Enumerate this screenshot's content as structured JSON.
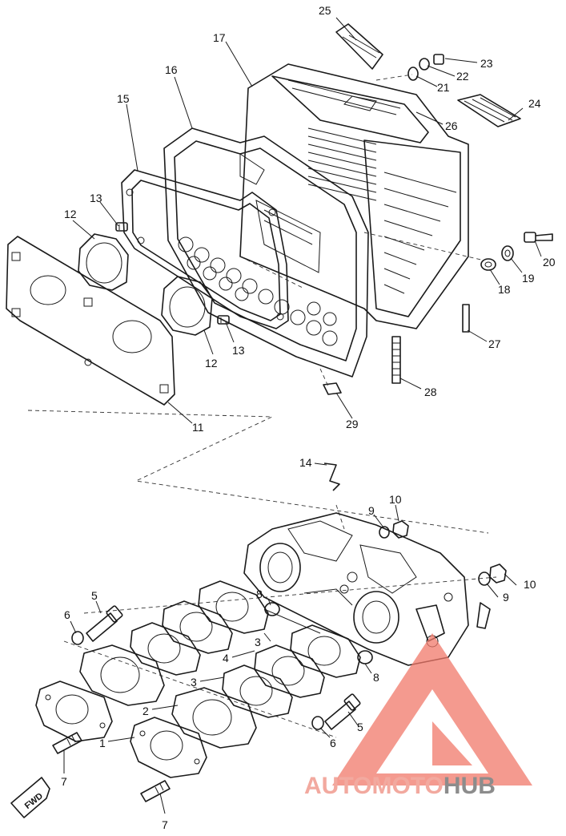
{
  "callouts": [
    {
      "id": "c1",
      "text": "1"
    },
    {
      "id": "c2",
      "text": "2"
    },
    {
      "id": "c3a",
      "text": "3"
    },
    {
      "id": "c3b",
      "text": "3"
    },
    {
      "id": "c4",
      "text": "4"
    },
    {
      "id": "c5a",
      "text": "5"
    },
    {
      "id": "c5b",
      "text": "5"
    },
    {
      "id": "c6a",
      "text": "6"
    },
    {
      "id": "c6b",
      "text": "6"
    },
    {
      "id": "c7a",
      "text": "7"
    },
    {
      "id": "c7b",
      "text": "7"
    },
    {
      "id": "c8a",
      "text": "8"
    },
    {
      "id": "c8b",
      "text": "8"
    },
    {
      "id": "c9a",
      "text": "9"
    },
    {
      "id": "c9b",
      "text": "9"
    },
    {
      "id": "c10a",
      "text": "10"
    },
    {
      "id": "c10b",
      "text": "10"
    },
    {
      "id": "c11",
      "text": "11"
    },
    {
      "id": "c12a",
      "text": "12"
    },
    {
      "id": "c12b",
      "text": "12"
    },
    {
      "id": "c13a",
      "text": "13"
    },
    {
      "id": "c13b",
      "text": "13"
    },
    {
      "id": "c14",
      "text": "14"
    },
    {
      "id": "c15",
      "text": "15"
    },
    {
      "id": "c16",
      "text": "16"
    },
    {
      "id": "c17",
      "text": "17"
    },
    {
      "id": "c18",
      "text": "18"
    },
    {
      "id": "c19",
      "text": "19"
    },
    {
      "id": "c20",
      "text": "20"
    },
    {
      "id": "c21",
      "text": "21"
    },
    {
      "id": "c22",
      "text": "22"
    },
    {
      "id": "c23",
      "text": "23"
    },
    {
      "id": "c24",
      "text": "24"
    },
    {
      "id": "c25",
      "text": "25"
    },
    {
      "id": "c26",
      "text": "26"
    },
    {
      "id": "c27",
      "text": "27"
    },
    {
      "id": "c28",
      "text": "28"
    },
    {
      "id": "c29",
      "text": "29"
    }
  ],
  "direction_marker": {
    "text": "FWD"
  },
  "watermark": {
    "part1": "AUTOMOTO",
    "part2": "HUB",
    "logo_color": "#f0786a",
    "text_color_a": "#f2a99f",
    "text_color_b": "#8c8c8c"
  }
}
